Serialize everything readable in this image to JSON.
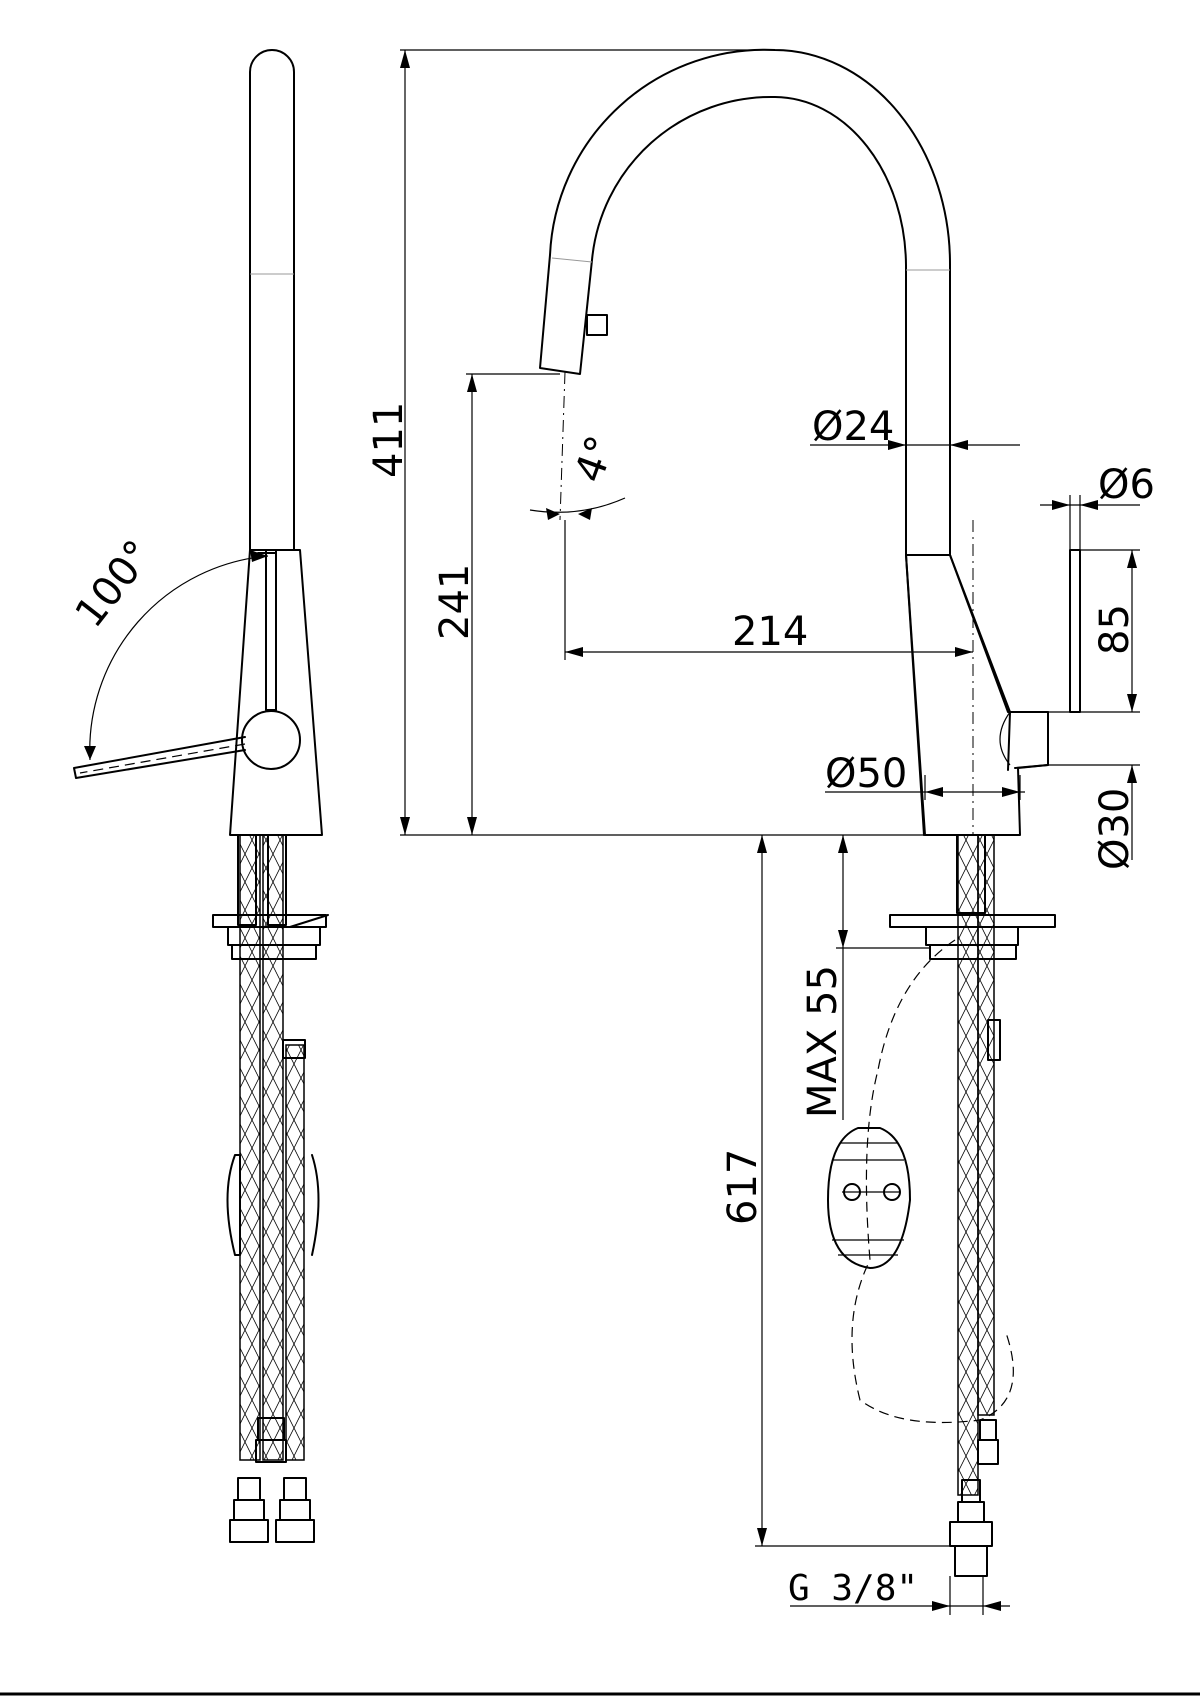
{
  "dimensions": {
    "overall_height": "411",
    "spout_outlet_height": "241",
    "spray_angle": "4°",
    "spout_diameter": "Ø24",
    "reach": "214",
    "base_diameter": "Ø50",
    "lever_diameter": "Ø6",
    "lever_height": "85",
    "handle_body_diameter": "Ø30",
    "max_deck_thickness": "MAX  55",
    "hose_length": "617",
    "connection_thread": "G 3/8\"",
    "lever_rotation": "100°"
  }
}
